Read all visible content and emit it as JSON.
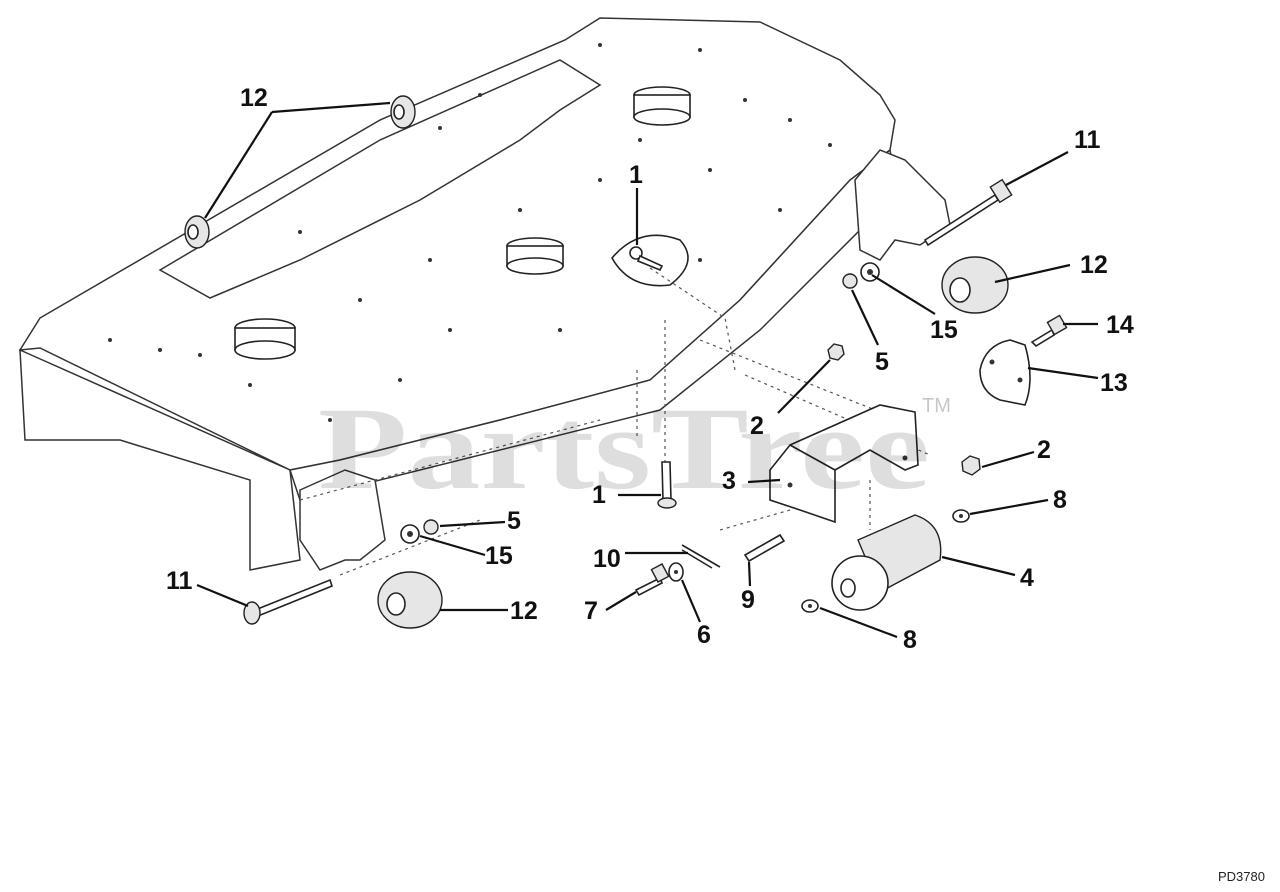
{
  "watermark": {
    "text": "PartsTree",
    "tm": "TM"
  },
  "drawing_number": "PD3780",
  "callouts": {
    "c12_top": "12",
    "c11_right": "11",
    "c1_top": "1",
    "c12_right": "12",
    "c14": "14",
    "c15_right": "15",
    "c5_right": "5",
    "c13": "13",
    "c2_top": "2",
    "c2_right": "2",
    "c3": "3",
    "c1_bottom": "1",
    "c8_top": "8",
    "c5_left": "5",
    "c15_left": "15",
    "c10": "10",
    "c4": "4",
    "c11_left": "11",
    "c9": "9",
    "c7": "7",
    "c12_bottom": "12",
    "c6": "6",
    "c8_bottom": "8"
  },
  "colors": {
    "ink": "#111111",
    "paper": "#ffffff"
  }
}
